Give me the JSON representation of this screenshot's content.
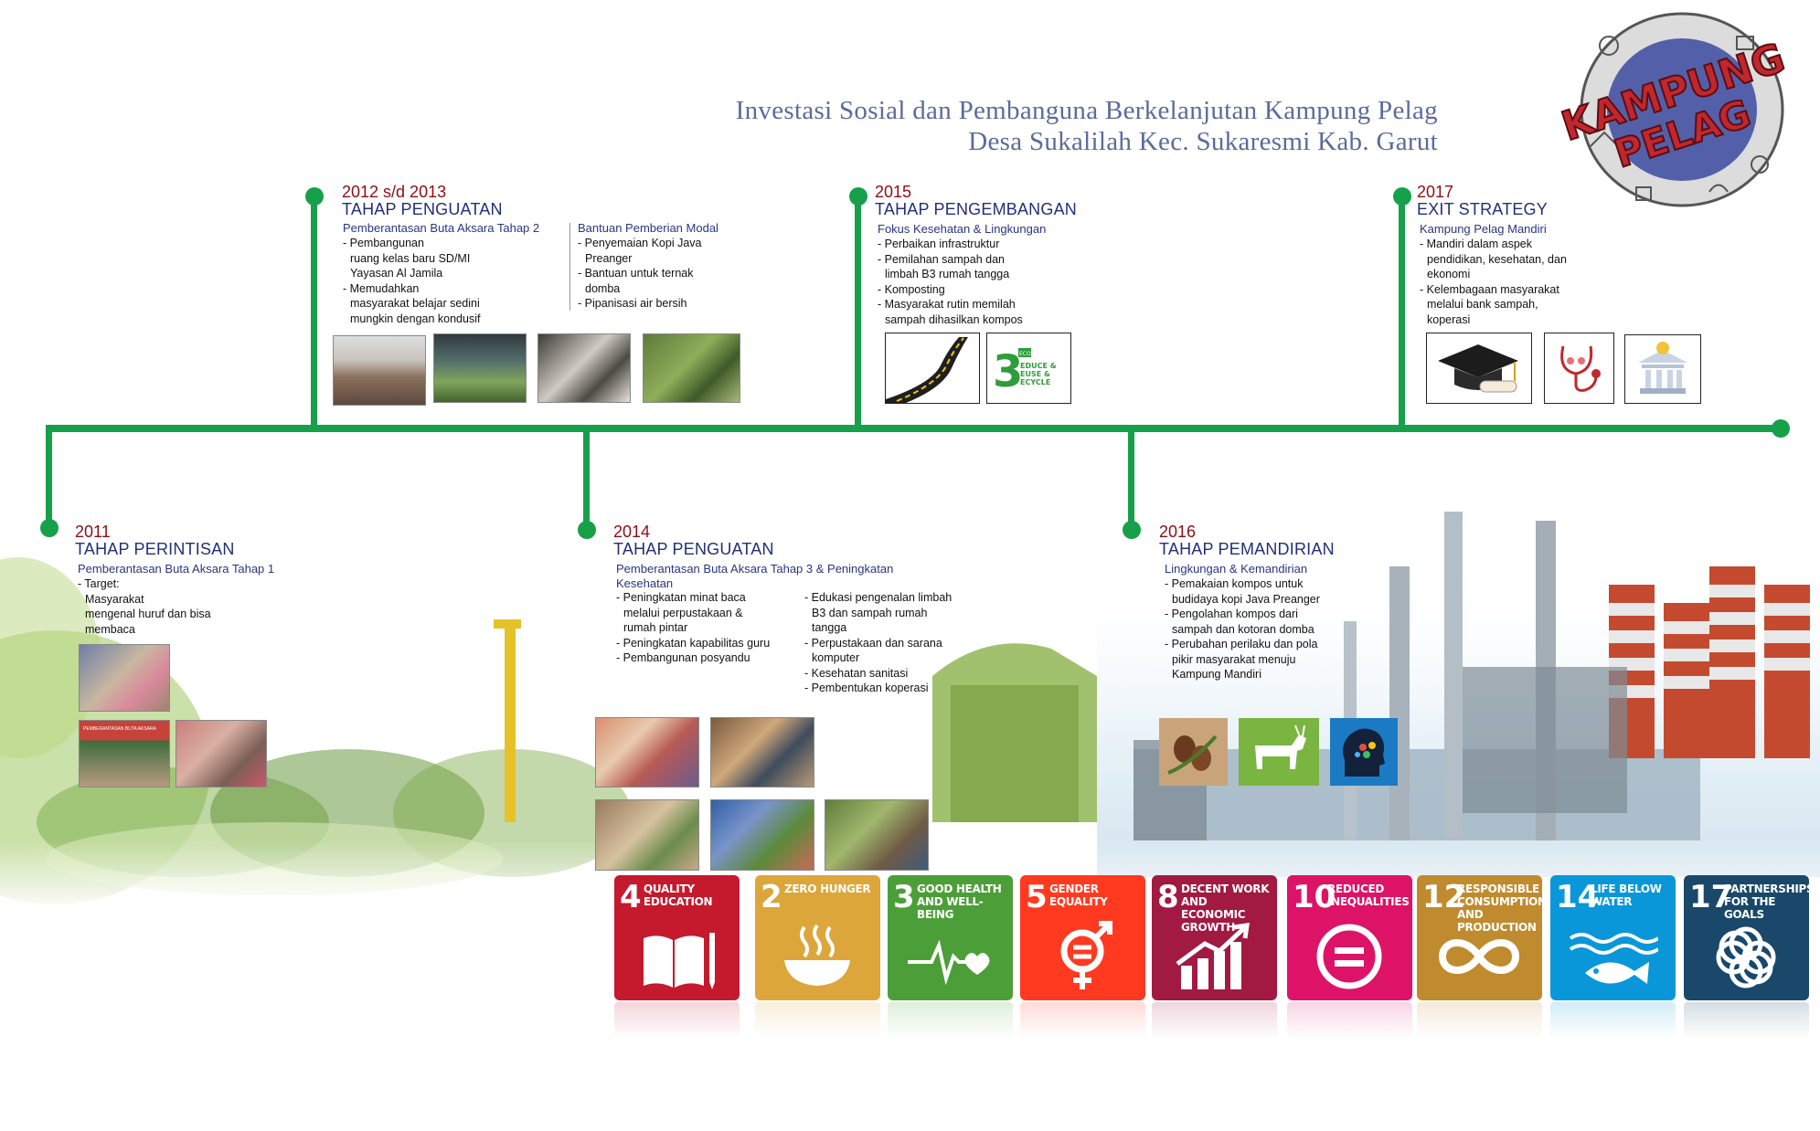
{
  "header": {
    "title_line1": "Investasi Sosial dan Pembanguna Berkelanjutan Kampung Pelag",
    "title_line2": "Desa Sukalilah Kec. Sukaresmi Kab. Garut"
  },
  "logo": {
    "line1": "KAMPUNG",
    "line2": "PELAG"
  },
  "milestones": {
    "m2011": {
      "year": "2011",
      "phase": "TAHAP PERINTISAN",
      "subtitle": "Pemberantasan Buta Aksara Tahap 1",
      "items": [
        "- Target:",
        "Masyarakat",
        "mengenal huruf dan bisa",
        "membaca"
      ]
    },
    "m2012": {
      "year": "2012 s/d 2013",
      "phase": "TAHAP PENGUATAN",
      "col1_title": "Pemberantasan Buta Aksara Tahap 2",
      "col1_items": [
        "- Pembangunan",
        "ruang kelas baru SD/MI",
        "Yayasan Al Jamila",
        "- Memudahkan",
        "masyarakat belajar sedini",
        "mungkin dengan kondusif"
      ],
      "col2_title": "Bantuan Pemberian Modal",
      "col2_items": [
        "- Penyemaian Kopi Java",
        "Preanger",
        "- Bantuan untuk ternak",
        "domba",
        "- Pipanisasi air bersih"
      ]
    },
    "m2014": {
      "year": "2014",
      "phase": "TAHAP PENGUATAN",
      "subtitle_a": "Pemberantasan Buta Aksara Tahap 3 & Peningkatan",
      "subtitle_b": "Kesehatan",
      "col1_items": [
        "- Peningkatan minat baca",
        "melalui perpustakaan &",
        "rumah pintar",
        "- Peningkatan kapabilitas guru",
        "- Pembangunan posyandu"
      ],
      "col2_items": [
        "- Edukasi pengenalan limbah",
        "B3 dan sampah rumah",
        "tangga",
        "- Perpustakaan dan sarana",
        "komputer",
        "- Kesehatan sanitasi",
        "- Pembentukan koperasi"
      ]
    },
    "m2015": {
      "year": "2015",
      "phase": "TAHAP PENGEMBANGAN",
      "subtitle": "Fokus Kesehatan & Lingkungan",
      "items": [
        "- Perbaikan infrastruktur",
        "- Pemilahan sampah dan",
        "limbah B3 rumah tangga",
        "- Komposting",
        "- Masyarakat rutin memilah",
        "sampah dihasilkan kompos"
      ],
      "eco_badge": {
        "num": "3",
        "top": "ECO",
        "lines": [
          "EDUCE &",
          "EUSE &",
          "ECYCLE"
        ]
      }
    },
    "m2016": {
      "year": "2016",
      "phase": "TAHAP PEMANDIRIAN",
      "subtitle": "Lingkungan & Kemandirian",
      "items": [
        "- Pemakaian kompos untuk",
        "budidaya kopi Java Preanger",
        "- Pengolahan kompos dari",
        "sampah dan kotoran domba",
        "- Perubahan perilaku dan pola",
        "pikir masyarakat menuju",
        "Kampung Mandiri"
      ]
    },
    "m2017": {
      "year": "2017",
      "phase": "EXIT STRATEGY",
      "subtitle": "Kampung Pelag Mandiri",
      "items": [
        "- Mandiri dalam aspek",
        "pendidikan, kesehatan, dan",
        "ekonomi",
        "- Kelembagaan masyarakat",
        "melalui bank sampah,",
        "koperasi"
      ]
    }
  },
  "photo_banner_texts": {
    "banner1": "PEMBERANTASAN BUTA AKSARA"
  },
  "sdgs": [
    {
      "num": "4",
      "label": "QUALITY EDUCATION",
      "color": "#c5192d",
      "icon": "book-pencil-icon"
    },
    {
      "num": "2",
      "label": "ZERO HUNGER",
      "color": "#dda63a",
      "icon": "bowl-icon"
    },
    {
      "num": "3",
      "label": "GOOD HEALTH AND WELL-BEING",
      "color": "#4c9f38",
      "icon": "heartbeat-icon"
    },
    {
      "num": "5",
      "label": "GENDER EQUALITY",
      "color": "#ff3a21",
      "icon": "gender-icon"
    },
    {
      "num": "8",
      "label": "DECENT WORK AND ECONOMIC GROWTH",
      "color": "#a21942",
      "icon": "growth-chart-icon"
    },
    {
      "num": "10",
      "label": "REDUCED INEQUALITIES",
      "color": "#dd1367",
      "icon": "equal-icon"
    },
    {
      "num": "12",
      "label": "RESPONSIBLE CONSUMPTION AND PRODUCTION",
      "color": "#bf8b2e",
      "icon": "infinity-icon"
    },
    {
      "num": "14",
      "label": "LIFE BELOW WATER",
      "color": "#0a97d9",
      "icon": "fish-icon"
    },
    {
      "num": "17",
      "label": "PARTNERSHIPS FOR THE GOALS",
      "color": "#19486a",
      "icon": "flower-icon"
    }
  ],
  "colors": {
    "timeline": "#17a04a",
    "year": "#8b0e16",
    "phase": "#222f7a",
    "title": "#5b6b9a"
  }
}
